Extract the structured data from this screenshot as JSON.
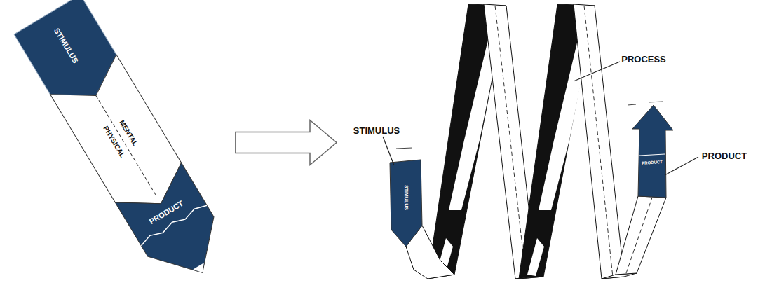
{
  "diagram": {
    "nodes": [
      {
        "text": [
          "STIMULUS",
          "MENTAL",
          "PHYSICAL",
          "PRODUCT"
        ]
      },
      {
        "text": [
          "STIMULUS",
          "PRODUCT"
        ]
      }
    ],
    "edges": [
      {
        "from": 0,
        "to": 1,
        "arrow": "to"
      }
    ],
    "labels": [
      "STIMULUS",
      "PROCESS",
      "PRODUCT"
    ]
  }
}
